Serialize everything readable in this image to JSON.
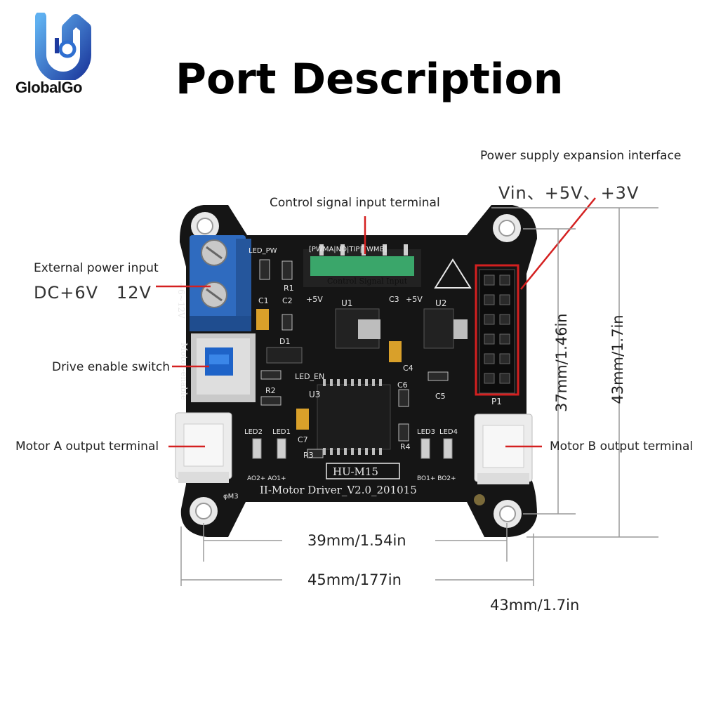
{
  "brand": {
    "name": "GlobalGo",
    "colors": {
      "logo_dark": "#1d3a9e",
      "logo_light": "#3f8fe0"
    }
  },
  "title": "Port Description",
  "callouts": {
    "control_signal": "Control signal input terminal",
    "power_expansion": "Power supply expansion interface",
    "power_expansion_values": "Vin、+5V、+3V",
    "external_power": "External power input",
    "external_power_values": "DC+6V   12V",
    "drive_enable": "Drive enable switch",
    "motor_a": "Motor A output terminal",
    "motor_b": "Motor B output terminal"
  },
  "dimensions": {
    "height_inner": "37mm/1.46in",
    "height_outer": "43mm/1.7in",
    "width_inner": "39mm/1.54in",
    "width_outer": "45mm/177in",
    "bottom_note": "43mm/1.7in"
  },
  "board_silkscreen": {
    "led_pw": "LED_PW",
    "pwm_header": "[PWMA|NO|TIP|TWMB]",
    "control_signal_input": "Control Signal Input",
    "plus5v_left": "+5V",
    "plus5v_right": "+5V",
    "u1": "U1",
    "u2": "U2",
    "u3": "U3",
    "r1": "R1",
    "r2": "R2",
    "r3": "R3",
    "r4": "R4",
    "c1": "C1",
    "c2": "C2",
    "c3": "C3",
    "c4": "C4",
    "c5": "C5",
    "c6": "C6",
    "c7": "C7",
    "d1": "D1",
    "led_en": "LED_EN",
    "led1": "LED1",
    "led2": "LED2",
    "led3": "LED3",
    "led4": "LED4",
    "p1": "P1",
    "side_power": "+6~12V",
    "side_enable": "Motor-enable",
    "model": "HU-M15",
    "board_name": "II-Motor Driver_V2.0_201015",
    "ao_left": "AO2+  AO1+",
    "bo_right": "BO1+  BO2+",
    "m3": "φM3"
  },
  "colors": {
    "pcb": "#151515",
    "terminal_block": "#2f6bbf",
    "switch_body": "#c9c9c9",
    "switch_knob": "#1e63c8",
    "callout_line": "#d42020",
    "dimension_line": "#9a9a9a"
  }
}
